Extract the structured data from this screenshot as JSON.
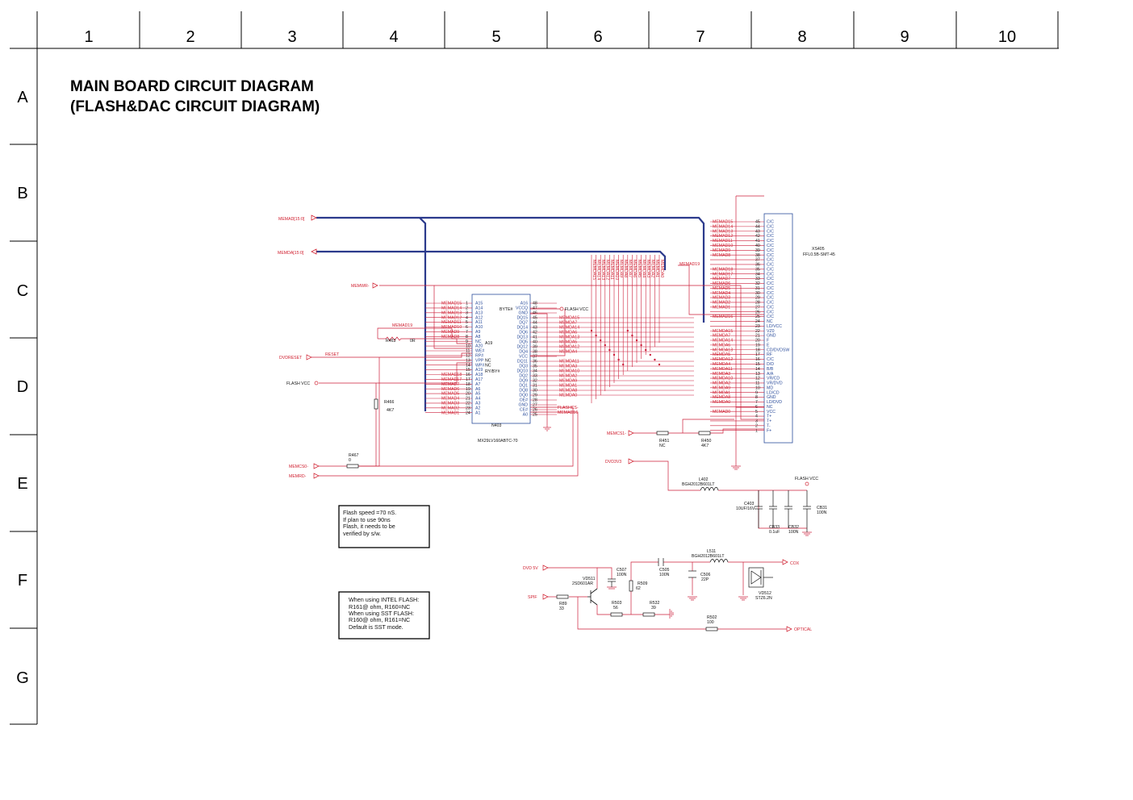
{
  "grid": {
    "columns": [
      "1",
      "2",
      "3",
      "4",
      "5",
      "6",
      "7",
      "8",
      "9",
      "10"
    ],
    "rows": [
      "A",
      "B",
      "C",
      "D",
      "E",
      "F",
      "G"
    ]
  },
  "title": {
    "line1": "MAIN BOARD CIRCUIT DIAGRAM",
    "line2": "(FLASH&DAC CIRCUIT DIAGRAM)"
  },
  "colors": {
    "wire": "#cc1f3a",
    "bus": "#2b3a8c",
    "label": "#d02030",
    "pin": "#2c4e9c"
  },
  "signals": {
    "memad_in": "MEMAD[15:0]",
    "memda_out": "MEMDA[15:0]",
    "memwr": "MEMWR-",
    "dvdreset": "DVDRESET",
    "reset": "RESET",
    "flash_vcc": "FLASH VCC",
    "memcs0": "MEMCS0-",
    "memrd": "MEMRD-",
    "memcs1": "MEMCS1-",
    "dvd3v3": "DVD3V3",
    "dvd5v": "DVD 5V",
    "spif": "SPIF",
    "cox": "COX",
    "optical": "OPTICAL",
    "memad19": "MEMAD19",
    "flashcs": "FLASHCS-",
    "memad_d": "MEMAD16",
    "memad_v": "MEMAD0"
  },
  "flash_ic": {
    "ref": "N403",
    "part": "MX29LV160ABTC-70",
    "left_pins": [
      {
        "pin": "1",
        "name": "A15",
        "net": "MEMAD15"
      },
      {
        "pin": "2",
        "name": "A14",
        "net": "MEMAD14"
      },
      {
        "pin": "3",
        "name": "A13",
        "net": "MEMAD13"
      },
      {
        "pin": "4",
        "name": "A12",
        "net": "MEMAD12"
      },
      {
        "pin": "5",
        "name": "A11",
        "net": "MEMAD11"
      },
      {
        "pin": "6",
        "name": "A10",
        "net": "MEMAD10"
      },
      {
        "pin": "7",
        "name": "A9",
        "net": "MEMAD9"
      },
      {
        "pin": "8",
        "name": "A8",
        "net": "MEMAD8"
      },
      {
        "pin": "9",
        "name": "NC",
        "net": ""
      },
      {
        "pin": "10",
        "name": "A20",
        "net": ""
      },
      {
        "pin": "11",
        "name": "WE#",
        "net": ""
      },
      {
        "pin": "12",
        "name": "RP#",
        "net": ""
      },
      {
        "pin": "13",
        "name": "VPP",
        "net": ""
      },
      {
        "pin": "14",
        "name": "WP#",
        "net": ""
      },
      {
        "pin": "15",
        "name": "A19",
        "net": ""
      },
      {
        "pin": "16",
        "name": "A18",
        "net": "MEMAD18"
      },
      {
        "pin": "17",
        "name": "A17",
        "net": "MEMAD17"
      },
      {
        "pin": "18",
        "name": "A7",
        "net": "MEMAD7"
      },
      {
        "pin": "19",
        "name": "A6",
        "net": "MEMAD6"
      },
      {
        "pin": "20",
        "name": "A5",
        "net": "MEMAD5"
      },
      {
        "pin": "21",
        "name": "A4",
        "net": "MEMAD4"
      },
      {
        "pin": "22",
        "name": "A3",
        "net": "MEMAD3"
      },
      {
        "pin": "23",
        "name": "A2",
        "net": "MEMAD2"
      },
      {
        "pin": "24",
        "name": "A1",
        "net": "MEMAD1"
      }
    ],
    "right_pins": [
      {
        "pin": "48",
        "name": "A16",
        "net": ""
      },
      {
        "pin": "47",
        "name": "VCCQ",
        "net": "FLASH VCC"
      },
      {
        "pin": "46",
        "name": "GND",
        "net": ""
      },
      {
        "pin": "45",
        "name": "DQ15",
        "net": "MEMDA15"
      },
      {
        "pin": "44",
        "name": "DQ7",
        "net": "MEMDA7"
      },
      {
        "pin": "43",
        "name": "DQ14",
        "net": "MEMDA14"
      },
      {
        "pin": "42",
        "name": "DQ6",
        "net": "MEMDA6"
      },
      {
        "pin": "41",
        "name": "DQ13",
        "net": "MEMDA13"
      },
      {
        "pin": "40",
        "name": "DQ5",
        "net": "MEMDA5"
      },
      {
        "pin": "39",
        "name": "DQ12",
        "net": "MEMDA12"
      },
      {
        "pin": "38",
        "name": "DQ4",
        "net": "MEMDA4"
      },
      {
        "pin": "37",
        "name": "VCC",
        "net": ""
      },
      {
        "pin": "36",
        "name": "DQ11",
        "net": "MEMDA11"
      },
      {
        "pin": "35",
        "name": "DQ3",
        "net": "MEMDA3"
      },
      {
        "pin": "34",
        "name": "DQ10",
        "net": "MEMDA10"
      },
      {
        "pin": "33",
        "name": "DQ2",
        "net": "MEMDA2"
      },
      {
        "pin": "32",
        "name": "DQ9",
        "net": "MEMDA9"
      },
      {
        "pin": "31",
        "name": "DQ1",
        "net": "MEMDA1"
      },
      {
        "pin": "30",
        "name": "DQ8",
        "net": "MEMDA8"
      },
      {
        "pin": "29",
        "name": "DQ0",
        "net": "MEMDA0"
      },
      {
        "pin": "28",
        "name": "OE#",
        "net": "MEMRD-"
      },
      {
        "pin": "27",
        "name": "GND",
        "net": ""
      },
      {
        "pin": "26",
        "name": "CE#",
        "net": "FLASHCS-"
      },
      {
        "pin": "25",
        "name": "A0",
        "net": "MEMAD16"
      }
    ],
    "byte_label": "BYTE#",
    "a19_label": "A19",
    "ryby_label": "RY/BY#",
    "nc_label": "NC"
  },
  "connector": {
    "ref": "XS405",
    "part": "FFL0.5B-SMT-45",
    "pins": [
      {
        "pin": "45",
        "name": "C/C",
        "net": "MEMAD15"
      },
      {
        "pin": "44",
        "name": "C/C",
        "net": "MEMAD14"
      },
      {
        "pin": "43",
        "name": "C/C",
        "net": "MEMAD13"
      },
      {
        "pin": "42",
        "name": "C/C",
        "net": "MEMAD12"
      },
      {
        "pin": "41",
        "name": "C/C",
        "net": "MEMAD11"
      },
      {
        "pin": "40",
        "name": "C/C",
        "net": "MEMAD10"
      },
      {
        "pin": "39",
        "name": "C/C",
        "net": "MEMAD9"
      },
      {
        "pin": "38",
        "name": "C/C",
        "net": "MEMAD8"
      },
      {
        "pin": "37",
        "name": "C/C",
        "net": ""
      },
      {
        "pin": "36",
        "name": "C/C",
        "net": ""
      },
      {
        "pin": "35",
        "name": "C/C",
        "net": "MEMAD18"
      },
      {
        "pin": "34",
        "name": "C/C",
        "net": "MEMAD17"
      },
      {
        "pin": "33",
        "name": "C/C",
        "net": "MEMAD7"
      },
      {
        "pin": "32",
        "name": "C/C",
        "net": "MEMAD6"
      },
      {
        "pin": "31",
        "name": "C/C",
        "net": "MEMAD5"
      },
      {
        "pin": "30",
        "name": "C/C",
        "net": "MEMAD4"
      },
      {
        "pin": "29",
        "name": "C/C",
        "net": "MEMAD3"
      },
      {
        "pin": "28",
        "name": "C/C",
        "net": "MEMAD2"
      },
      {
        "pin": "27",
        "name": "C/C",
        "net": "MEMAD1"
      },
      {
        "pin": "26",
        "name": "C/C",
        "net": ""
      },
      {
        "pin": "25",
        "name": "C/C",
        "net": "MEMAD16"
      },
      {
        "pin": "24",
        "name": "NC",
        "net": ""
      },
      {
        "pin": "23",
        "name": "LD/VCC",
        "net": ""
      },
      {
        "pin": "22",
        "name": "VZ0",
        "net": "MEMDA15"
      },
      {
        "pin": "21",
        "name": "GND",
        "net": "MEMDA7"
      },
      {
        "pin": "20",
        "name": "F",
        "net": "MEMDA14"
      },
      {
        "pin": "19",
        "name": "E",
        "net": "MEMDA6"
      },
      {
        "pin": "18",
        "name": "CD/DVDSW",
        "net": "MEMDA13"
      },
      {
        "pin": "17",
        "name": "RF",
        "net": "MEMDA5"
      },
      {
        "pin": "16",
        "name": "C/C",
        "net": "MEMDA12"
      },
      {
        "pin": "15",
        "name": "D/D",
        "net": "MEMDA4"
      },
      {
        "pin": "14",
        "name": "B/B",
        "net": "MEMDA11"
      },
      {
        "pin": "13",
        "name": "A/A",
        "net": "MEMDA3"
      },
      {
        "pin": "12",
        "name": "VR/CD",
        "net": "MEMDA10"
      },
      {
        "pin": "11",
        "name": "VR/DVD",
        "net": "MEMDA2"
      },
      {
        "pin": "10",
        "name": "MD",
        "net": "MEMDA9"
      },
      {
        "pin": "9",
        "name": "LD/CD",
        "net": "MEMDA1"
      },
      {
        "pin": "8",
        "name": "GND",
        "net": "MEMDA8"
      },
      {
        "pin": "7",
        "name": "LD/DVD",
        "net": "MEMDA0"
      },
      {
        "pin": "6",
        "name": "NC",
        "net": ""
      },
      {
        "pin": "5",
        "name": "VCC",
        "net": "MEMAD0"
      },
      {
        "pin": "4",
        "name": "T+",
        "net": ""
      },
      {
        "pin": "3",
        "name": "T+",
        "net": ""
      },
      {
        "pin": "2",
        "name": "T-",
        "net": ""
      },
      {
        "pin": "1",
        "name": "F+",
        "net": ""
      }
    ]
  },
  "vertical_bus_labels": [
    "MEMDA15",
    "MEMDA14",
    "MEMDA13",
    "MEMDA12",
    "MEMDA11",
    "MEMDA10",
    "MEMDA9",
    "MEMDA8",
    "MEMDA7",
    "MEMDA6",
    "MEMDA5",
    "MEMDA4",
    "MEMDA3",
    "MEMDA2",
    "MEMDA1",
    "MEMDA0"
  ],
  "components": {
    "r463": {
      "ref": "R463",
      "value": "0R"
    },
    "r466": {
      "ref": "R466",
      "value": "4K7"
    },
    "r467": {
      "ref": "R467",
      "value": "0"
    },
    "r451": {
      "ref": "R451",
      "value": "NC"
    },
    "r450": {
      "ref": "R450",
      "value": "4K7"
    },
    "l402": {
      "ref": "L402",
      "value": "BGH2012B601LT"
    },
    "c403": {
      "ref": "C403",
      "value": "10UF/16V"
    },
    "cb33": {
      "ref": "CB33",
      "value": "0.1uF"
    },
    "cb32": {
      "ref": "CB32",
      "value": "100N"
    },
    "cb31": {
      "ref": "CB31",
      "value": "100N"
    },
    "vd511": {
      "ref": "VD511",
      "value": "2SD601AR"
    },
    "c507": {
      "ref": "C507",
      "value": "100N"
    },
    "c505": {
      "ref": "C505",
      "value": "100N"
    },
    "c506": {
      "ref": "C506",
      "value": "22P"
    },
    "l511": {
      "ref": "L511",
      "value": "BGH2012B601LT"
    },
    "r509": {
      "ref": "R509",
      "value": "62"
    },
    "r89": {
      "ref": "R89",
      "value": "33"
    },
    "r503": {
      "ref": "R503",
      "value": "56"
    },
    "r532": {
      "ref": "R532",
      "value": "39"
    },
    "r502": {
      "ref": "R502",
      "value": "100"
    },
    "vd512": {
      "ref": "VD512",
      "value": "STZ6.2N"
    },
    "memad19_label": "MEMAD19"
  },
  "notes": {
    "speed": [
      "Flash speed =70 nS.",
      "If plan to use 90ns",
      "Flash, it needs to be",
      "verified by s/w."
    ],
    "intel": [
      "When using INTEL FLASH:",
      "R161@    ohm, R160=NC",
      "When using SST FLASH:",
      "R160@    ohm, R161=NC",
      "Default is SST mode."
    ]
  }
}
